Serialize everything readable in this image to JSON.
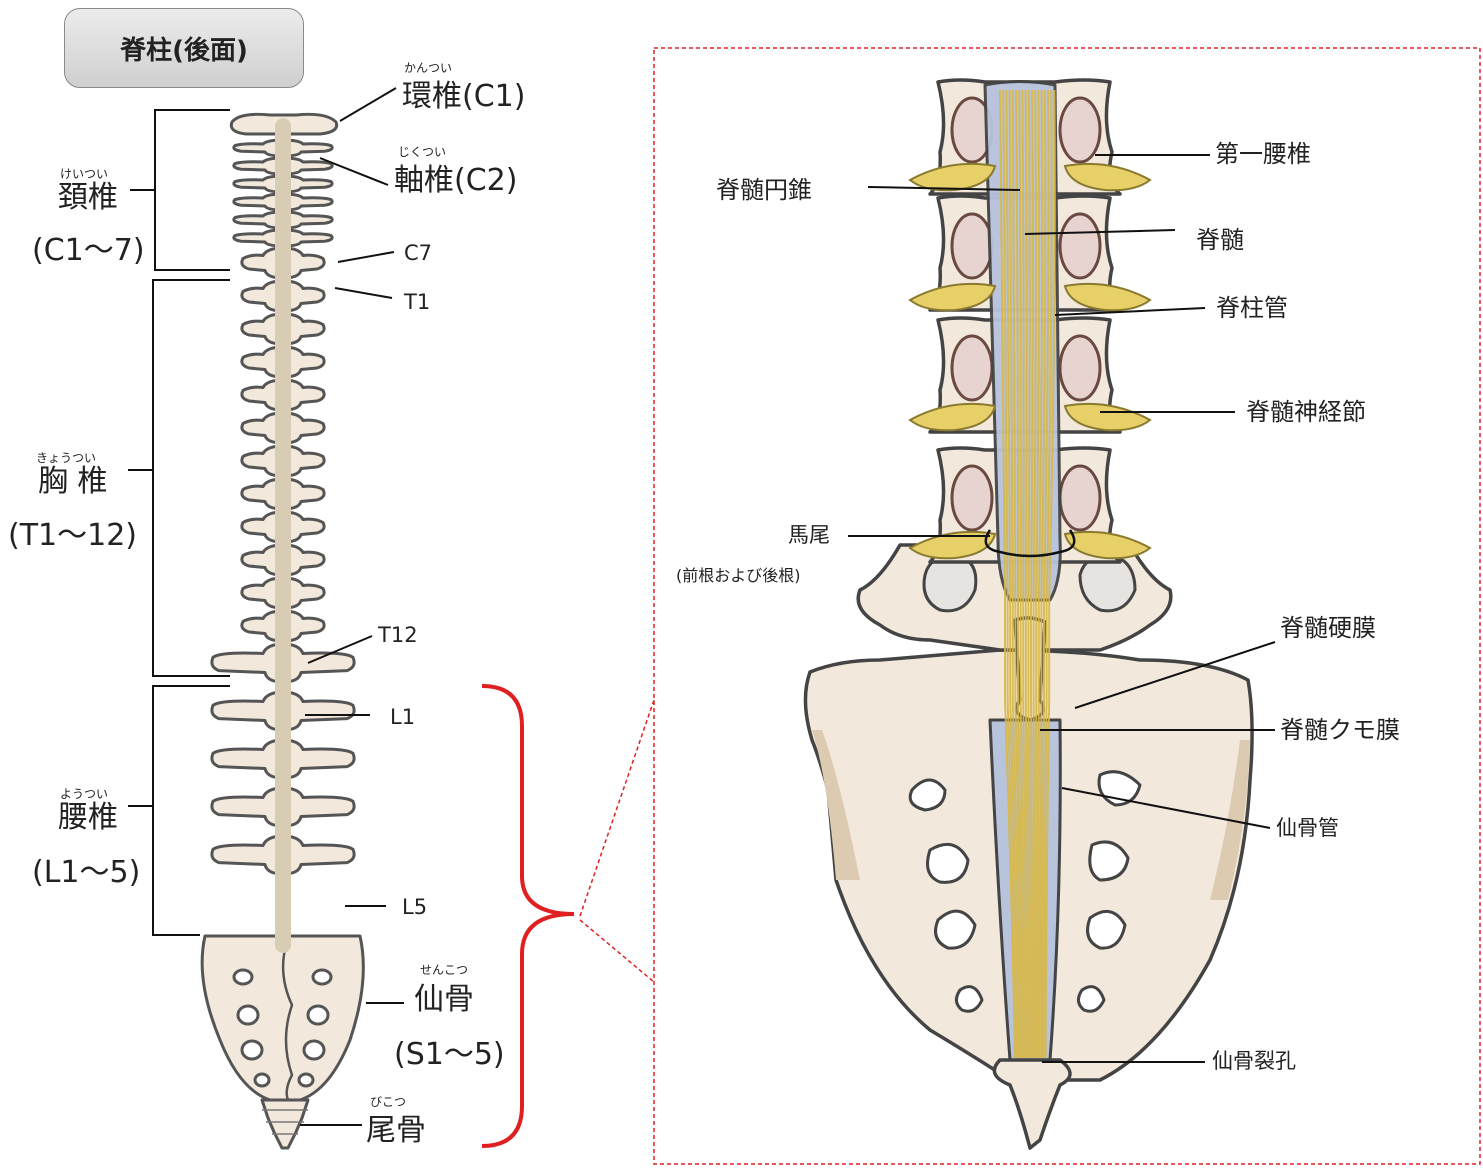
{
  "title": "脊柱(後面)",
  "left_regions": [
    {
      "name": "頚椎",
      "ruby": "けいつい",
      "range": "(C1〜7)"
    },
    {
      "name": "胸 椎",
      "ruby": "きょうつい",
      "range": "(T1〜12)"
    },
    {
      "name": "腰椎",
      "ruby": "ようつい",
      "range": "(L1〜5)"
    }
  ],
  "left_labels": {
    "atlas": "環椎(C1)",
    "atlas_ruby": "かんつい",
    "axis": "軸椎(C2)",
    "axis_ruby": "じくつい",
    "c7": "C7",
    "t1": "T1",
    "t12": "T12",
    "l1": "L1",
    "l5": "L5",
    "sacrum": "仙骨",
    "sacrum_ruby": "せんこつ",
    "sacrum_range": "(S1〜5)",
    "coccyx": "尾骨",
    "coccyx_ruby": "びこつ"
  },
  "detail_labels": {
    "l1_vertebra": "第一腰椎",
    "conus": "脊髄円錐",
    "spinal_cord": "脊髄",
    "spinal_canal": "脊柱管",
    "ganglion": "脊髄神経節",
    "cauda": "馬尾",
    "cauda_note": "(前根および後根)",
    "dura": "脊髄硬膜",
    "arachnoid": "脊髄クモ膜",
    "sacral_canal": "仙骨管",
    "sacral_hiatus": "仙骨裂孔"
  },
  "colors": {
    "bone": "#f2e8dc",
    "bone_outline": "#555555",
    "nerve": "#e8d068",
    "dura": "#a9b7d4",
    "bracket_accent": "#e02020",
    "title_box": "#dcdcdc"
  }
}
